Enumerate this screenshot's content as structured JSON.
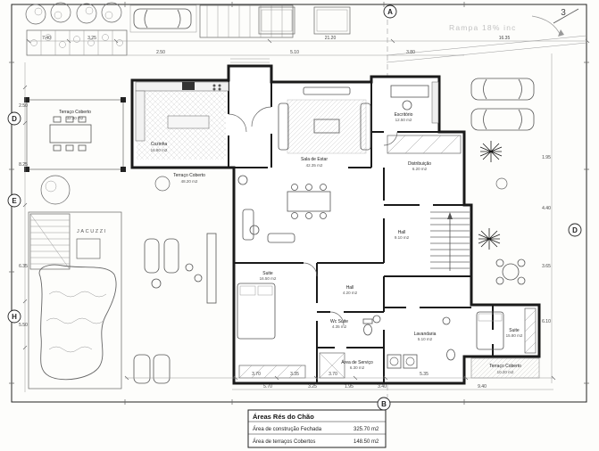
{
  "annotations": {
    "ramp": "Rampa 18% inc",
    "jacuzzi": "JACUZZI",
    "sheet_mark": "3"
  },
  "grid": {
    "a": "A",
    "b": "B",
    "d_left": "D",
    "e_left": "E",
    "h_left": "H",
    "d_right": "D"
  },
  "title_block": {
    "title": "Áreas Rés do Chão",
    "row1_label": "Área de construção Fechada",
    "row1_value": "325.70 m2",
    "row2_label": "Área de terraços Cobertos",
    "row2_value": "148.50 m2"
  },
  "rooms": {
    "terraco_lateral": {
      "name": "Terraço Coberto",
      "area": "32.30 m2"
    },
    "terraco_central": {
      "name": "Terraço Coberto",
      "area": "48.20 m2"
    },
    "cozinha": {
      "name": "Cozinha",
      "area": "16.80 m2"
    },
    "sala_de_estar": {
      "name": "Sala de Estar",
      "area": "42.35 m2"
    },
    "escritorio": {
      "name": "Escritório",
      "area": "12.50 m2"
    },
    "distribuicao": {
      "name": "Distribuição",
      "area": "6.20 m2"
    },
    "hall": {
      "name": "Hall",
      "area": "9.10 m2"
    },
    "suite_1": {
      "name": "Suite",
      "area": "16.50 m2"
    },
    "hall_2": {
      "name": "Hall",
      "area": "4.20 m2"
    },
    "wc_suite": {
      "name": "Wc Suite",
      "area": "4.35 m2"
    },
    "lavandaria": {
      "name": "Lavandaria",
      "area": "5.10 m2"
    },
    "area_servico": {
      "name": "Área de Serviço",
      "area": "6.30 m2"
    },
    "suite_2": {
      "name": "Suite",
      "area": "15.80 m2"
    },
    "terraco_suite": {
      "name": "Terraço Coberto",
      "area": "10.20 m2"
    }
  },
  "dims": {
    "top": [
      "7.40",
      "3.25",
      "21.20",
      "16.35"
    ],
    "top2": [
      "2.50",
      "5.10",
      "3.80"
    ],
    "left": [
      "2.50",
      "8.25",
      "6.35",
      "5.50"
    ],
    "right": [
      "1.95",
      "4.40",
      "3.65",
      "6.10"
    ],
    "bottom1": [
      "3.70",
      "3.35",
      "3.70",
      "5.35"
    ],
    "bottom2": [
      "5.70",
      "3.25",
      "1.95",
      "3.40",
      "9.40"
    ]
  }
}
